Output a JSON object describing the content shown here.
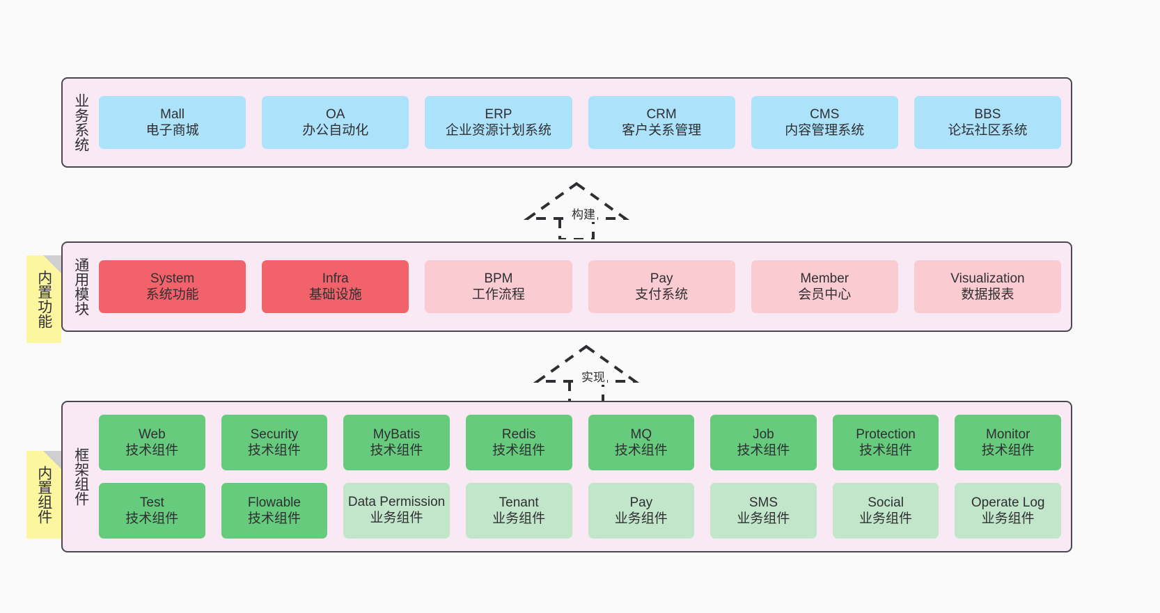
{
  "layers": [
    {
      "id": "business",
      "title": "业务系统",
      "rows": [
        {
          "cards": [
            {
              "en": "Mall",
              "cn": "电子商城",
              "color": "#ace3fb",
              "style": "c-blue"
            },
            {
              "en": "OA",
              "cn": "办公自动化",
              "color": "#ace3fb",
              "style": "c-blue"
            },
            {
              "en": "ERP",
              "cn": "企业资源计划系统",
              "color": "#ace3fb",
              "style": "c-blue"
            },
            {
              "en": "CRM",
              "cn": "客户关系管理",
              "color": "#ace3fb",
              "style": "c-blue"
            },
            {
              "en": "CMS",
              "cn": "内容管理系统",
              "color": "#ace3fb",
              "style": "c-blue"
            },
            {
              "en": "BBS",
              "cn": "论坛社区系统",
              "color": "#ace3fb",
              "style": "c-blue"
            }
          ]
        }
      ]
    },
    {
      "id": "common",
      "title": "通用模块",
      "note": "内置功能",
      "rows": [
        {
          "cards": [
            {
              "en": "System",
              "cn": "系统功能",
              "color": "#f2626a",
              "style": "c-red"
            },
            {
              "en": "Infra",
              "cn": "基础设施",
              "color": "#f2626a",
              "style": "c-red"
            },
            {
              "en": "BPM",
              "cn": "工作流程",
              "color": "#fbcbd2",
              "style": "c-pink"
            },
            {
              "en": "Pay",
              "cn": "支付系统",
              "color": "#fbcbd2",
              "style": "c-pink"
            },
            {
              "en": "Member",
              "cn": "会员中心",
              "color": "#fbcbd2",
              "style": "c-pink"
            },
            {
              "en": "Visualization",
              "cn": "数据报表",
              "color": "#fbcbd2",
              "style": "c-pink"
            }
          ]
        }
      ]
    },
    {
      "id": "framework",
      "title": "框架组件",
      "note": "内置组件",
      "rows": [
        {
          "cards": [
            {
              "en": "Web",
              "cn": "技术组件",
              "color": "#66cb7d",
              "style": "c-green"
            },
            {
              "en": "Security",
              "cn": "技术组件",
              "color": "#66cb7d",
              "style": "c-green"
            },
            {
              "en": "MyBatis",
              "cn": "技术组件",
              "color": "#66cb7d",
              "style": "c-green"
            },
            {
              "en": "Redis",
              "cn": "技术组件",
              "color": "#66cb7d",
              "style": "c-green"
            },
            {
              "en": "MQ",
              "cn": "技术组件",
              "color": "#66cb7d",
              "style": "c-green"
            },
            {
              "en": "Job",
              "cn": "技术组件",
              "color": "#66cb7d",
              "style": "c-green"
            },
            {
              "en": "Protection",
              "cn": "技术组件",
              "color": "#66cb7d",
              "style": "c-green"
            },
            {
              "en": "Monitor",
              "cn": "技术组件",
              "color": "#66cb7d",
              "style": "c-green"
            }
          ]
        },
        {
          "cards": [
            {
              "en": "Test",
              "cn": "技术组件",
              "color": "#66cb7d",
              "style": "c-green"
            },
            {
              "en": "Flowable",
              "cn": "技术组件",
              "color": "#66cb7d",
              "style": "c-green"
            },
            {
              "en": "Data Permission",
              "cn": "业务组件",
              "color": "#c2e6c9",
              "style": "c-lightgreen"
            },
            {
              "en": "Tenant",
              "cn": "业务组件",
              "color": "#c2e6c9",
              "style": "c-lightgreen"
            },
            {
              "en": "Pay",
              "cn": "业务组件",
              "color": "#c2e6c9",
              "style": "c-lightgreen"
            },
            {
              "en": "SMS",
              "cn": "业务组件",
              "color": "#c2e6c9",
              "style": "c-lightgreen"
            },
            {
              "en": "Social",
              "cn": "业务组件",
              "color": "#c2e6c9",
              "style": "c-lightgreen"
            },
            {
              "en": "Operate Log",
              "cn": "业务组件",
              "color": "#c2e6c9",
              "style": "c-lightgreen"
            }
          ]
        }
      ]
    }
  ],
  "arrows": [
    {
      "id": "build",
      "label": "构建"
    },
    {
      "id": "implement",
      "label": "实现"
    }
  ],
  "notes": [
    {
      "id": "builtin-function",
      "text": "内置功能"
    },
    {
      "id": "builtin-component",
      "text": "内置组件"
    }
  ],
  "palette": {
    "page_background": "#fafafa",
    "layer_background": "#f9e9f4",
    "layer_border": "#4a4750",
    "note_background": "#fcf6a0",
    "note_fold": "#cfcfd2",
    "text": "#2f2f33",
    "business_card": "#ace3fb",
    "module_core": "#f2626a",
    "module_optional": "#fbcbd2",
    "component_tech": "#66cb7d",
    "component_business": "#c2e6c9",
    "arrow_stroke": "#2f2f33"
  }
}
